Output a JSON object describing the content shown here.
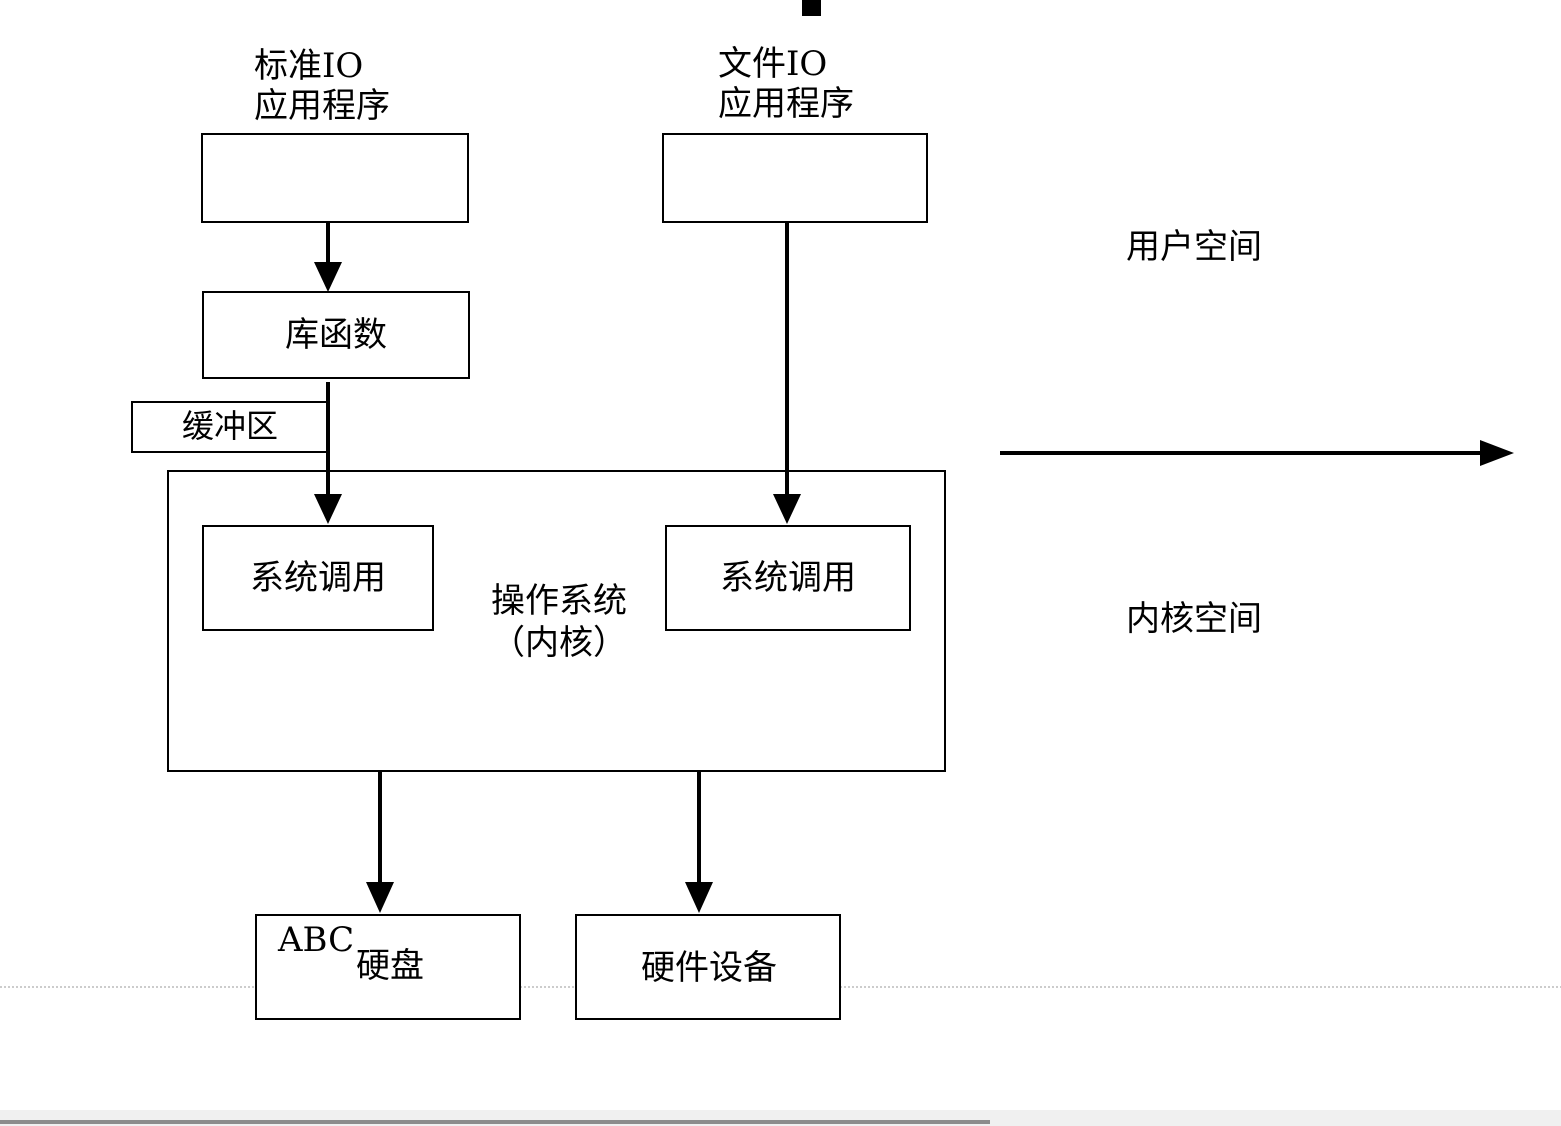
{
  "labels": {
    "std_io_line1": "标准IO",
    "std_io_line2": "应用程序",
    "file_io_line1": "文件IO",
    "file_io_line2": "应用程序",
    "user_space": "用户空间",
    "kernel_space": "内核空间",
    "lib_func": "库函数",
    "buffer": "缓冲区",
    "syscall_left": "系统调用",
    "syscall_right": "系统调用",
    "os_line1": "操作系统",
    "os_line2": "（内核）",
    "abc": "ABC",
    "hard_disk": "硬盘",
    "hardware_device": "硬件设备"
  },
  "colors": {
    "line": "#000000",
    "background": "#ffffff",
    "dotted_line": "#9a9a9a"
  }
}
